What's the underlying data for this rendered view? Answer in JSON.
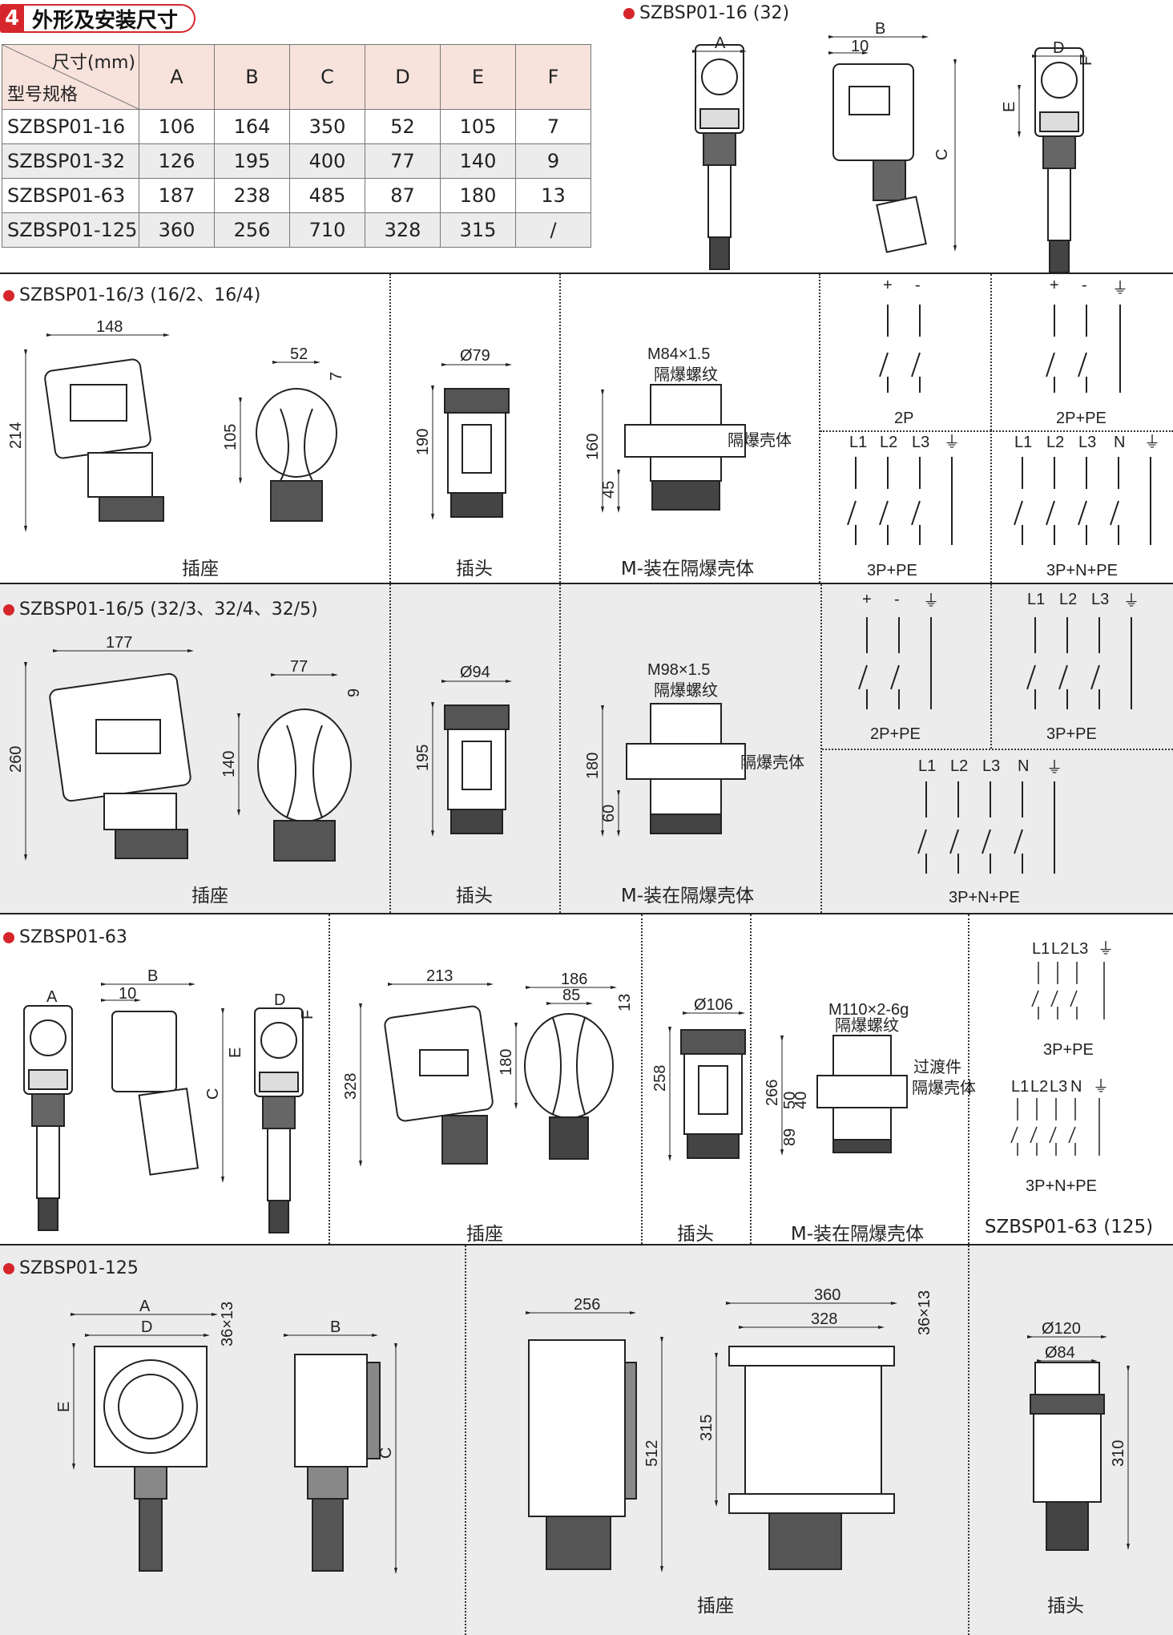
{
  "section": {
    "number": "4",
    "title": "外形及安装尺寸"
  },
  "table": {
    "header_top": "尺寸(mm)",
    "header_bottom": "型号规格",
    "columns": [
      "A",
      "B",
      "C",
      "D",
      "E",
      "F"
    ],
    "rows": [
      {
        "model": "SZBSP01-16",
        "values": [
          "106",
          "164",
          "350",
          "52",
          "105",
          "7"
        ]
      },
      {
        "model": "SZBSP01-32",
        "values": [
          "126",
          "195",
          "400",
          "77",
          "140",
          "9"
        ]
      },
      {
        "model": "SZBSP01-63",
        "values": [
          "187",
          "238",
          "485",
          "87",
          "180",
          "13"
        ]
      },
      {
        "model": "SZBSP01-125",
        "values": [
          "360",
          "256",
          "710",
          "328",
          "315",
          "/"
        ]
      }
    ]
  },
  "top_right": {
    "title": "SZBSP01-16 (32)",
    "dims": {
      "a": "A",
      "b": "B",
      "b10": "10",
      "c": "C",
      "d": "D",
      "e": "E",
      "f": "F"
    }
  },
  "row1": {
    "title": "SZBSP01-16/3 (16/2、16/4)",
    "socket": {
      "caption": "插座",
      "w": "148",
      "h": "214",
      "d": "52",
      "e": "105",
      "f": "7"
    },
    "plug": {
      "caption": "插头",
      "dia": "Ø79",
      "h": "190"
    },
    "mount": {
      "caption": "M-装在隔爆壳体",
      "thread": "M84×1.5",
      "thread_label": "隔爆螺纹",
      "housing": "隔爆壳体",
      "h1": "160",
      "h2": "45"
    },
    "wiring": [
      {
        "label": "2P",
        "terms": [
          "+",
          "-"
        ]
      },
      {
        "label": "2P+PE",
        "terms": [
          "+",
          "-",
          "⏚"
        ]
      },
      {
        "label": "3P+PE",
        "terms": [
          "L1",
          "L2",
          "L3",
          "⏚"
        ]
      },
      {
        "label": "3P+N+PE",
        "terms": [
          "L1",
          "L2",
          "L3",
          "N",
          "⏚"
        ]
      }
    ]
  },
  "row2": {
    "title": "SZBSP01-16/5 (32/3、32/4、32/5)",
    "socket": {
      "caption": "插座",
      "w": "177",
      "h": "260",
      "d": "77",
      "e": "140",
      "f": "9"
    },
    "plug": {
      "caption": "插头",
      "dia": "Ø94",
      "h": "195"
    },
    "mount": {
      "caption": "M-装在隔爆壳体",
      "thread": "M98×1.5",
      "thread_label": "隔爆螺纹",
      "housing": "隔爆壳体",
      "h1": "180",
      "h2": "60"
    },
    "wiring": [
      {
        "label": "2P+PE",
        "terms": [
          "+",
          "-",
          "⏚"
        ]
      },
      {
        "label": "3P+PE",
        "terms": [
          "L1",
          "L2",
          "L3",
          "⏚"
        ]
      },
      {
        "label": "3P+N+PE",
        "terms": [
          "L1",
          "L2",
          "L3",
          "N",
          "⏚"
        ]
      }
    ]
  },
  "row3": {
    "title": "SZBSP01-63",
    "small": {
      "a": "A",
      "b": "B",
      "b10": "10",
      "c": "C",
      "d": "D",
      "e": "E",
      "f": "F"
    },
    "socket": {
      "caption": "插座",
      "w": "213",
      "h": "328",
      "d1": "186",
      "d2": "85",
      "e": "180",
      "f": "13"
    },
    "plug": {
      "caption": "插头",
      "dia": "Ø106",
      "h": "258"
    },
    "mount": {
      "caption": "M-装在隔爆壳体",
      "thread": "M110×2-6g",
      "thread_label": "隔爆螺纹",
      "adapter": "过渡件",
      "housing": "隔爆壳体",
      "h1": "266",
      "h2": "50",
      "h3": "40",
      "h4": "89"
    },
    "wiring_caption": "SZBSP01-63 (125)",
    "wiring": [
      {
        "label": "3P+PE",
        "terms": [
          "L1",
          "L2",
          "L3",
          "⏚"
        ]
      },
      {
        "label": "3P+N+PE",
        "terms": [
          "L1",
          "L2",
          "L3",
          "N",
          "⏚"
        ]
      }
    ]
  },
  "row4": {
    "title": "SZBSP01-125",
    "front": {
      "a": "A",
      "d": "D",
      "e": "E",
      "hole": "36×13"
    },
    "side": {
      "b": "B",
      "c": "C"
    },
    "socket": {
      "caption": "插座",
      "w": "256",
      "h": "512",
      "w2": "360",
      "w3": "328",
      "hole": "36×13",
      "e": "315"
    },
    "plug": {
      "caption": "插头",
      "d1": "Ø120",
      "d2": "Ø84",
      "h": "310"
    }
  }
}
